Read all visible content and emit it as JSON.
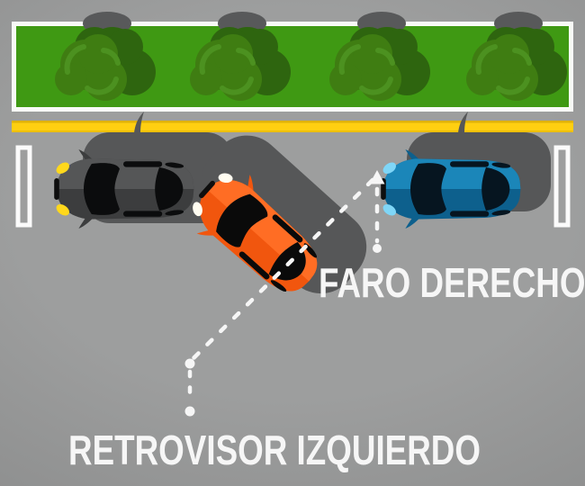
{
  "illustration": {
    "type": "parallel-parking-tutorial",
    "labels": {
      "right_headlight": "FARO DERECHO",
      "left_mirror": "RETROVISOR IZQUIERDO"
    }
  },
  "colors": {
    "bg_center": "#9d9e9e",
    "bg_edge": "#838484",
    "hedge_border": "#f8faf6",
    "hedge_green": "#3f9913",
    "bush_gray_bump": "#58595a",
    "bush_shadow_green": "#2e650f",
    "bush_main_green": "#3f7d12",
    "bush_highlight_green": "#4c9120",
    "curb_yellow": "#ffcf11",
    "curb_yellow_dark": "#dfb206",
    "slot_marker_white": "#fbfbfb",
    "shadow_gray": "#565758",
    "car_gray_light": "#555657",
    "car_gray_dark": "#3c3d3e",
    "car_gray_lamp": "#ffd81c",
    "car_orange_light": "#ff6d24",
    "car_orange_dark": "#f1560e",
    "car_orange_lamp": "#fffcf0",
    "car_blue_light": "#1b86b9",
    "car_blue_dark": "#0d608d",
    "car_blue_lamp": "#7fd6f7",
    "glass_black": "#0a0f14",
    "guide_white": "#f6f6f6",
    "label_white": "#f6f6f6"
  }
}
